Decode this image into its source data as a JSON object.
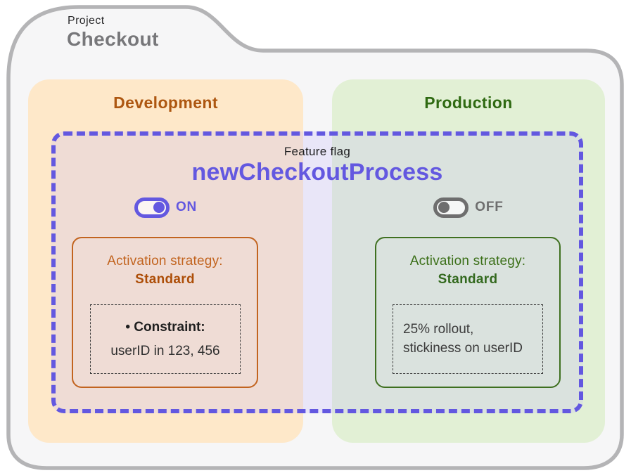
{
  "project": {
    "eyebrow": "Project",
    "name": "Checkout"
  },
  "feature_flag": {
    "eyebrow": "Feature flag",
    "name": "newCheckoutProcess"
  },
  "environments": [
    {
      "title": "Development",
      "toggle": {
        "state": "on",
        "label": "ON"
      },
      "strategy": {
        "heading": "Activation strategy:",
        "type": "Standard",
        "constraint_title": "• Constraint:",
        "constraint_value": "userID in 123, 456"
      }
    },
    {
      "title": "Production",
      "toggle": {
        "state": "off",
        "label": "OFF"
      },
      "strategy": {
        "heading": "Activation strategy:",
        "type": "Standard",
        "rollout_lines": [
          "25% rollout,",
          "stickiness on userID"
        ]
      }
    }
  ],
  "colors": {
    "flag_accent": "#6358e0",
    "development_accent": "#ad5711",
    "development_panel": "#fee8c9",
    "production_accent": "#2f6a12",
    "production_panel": "#e2f0d5",
    "toggle_off": "#6e6e6e",
    "folder_fill": "#f6f6f7",
    "folder_border": "#b4b4b6"
  }
}
